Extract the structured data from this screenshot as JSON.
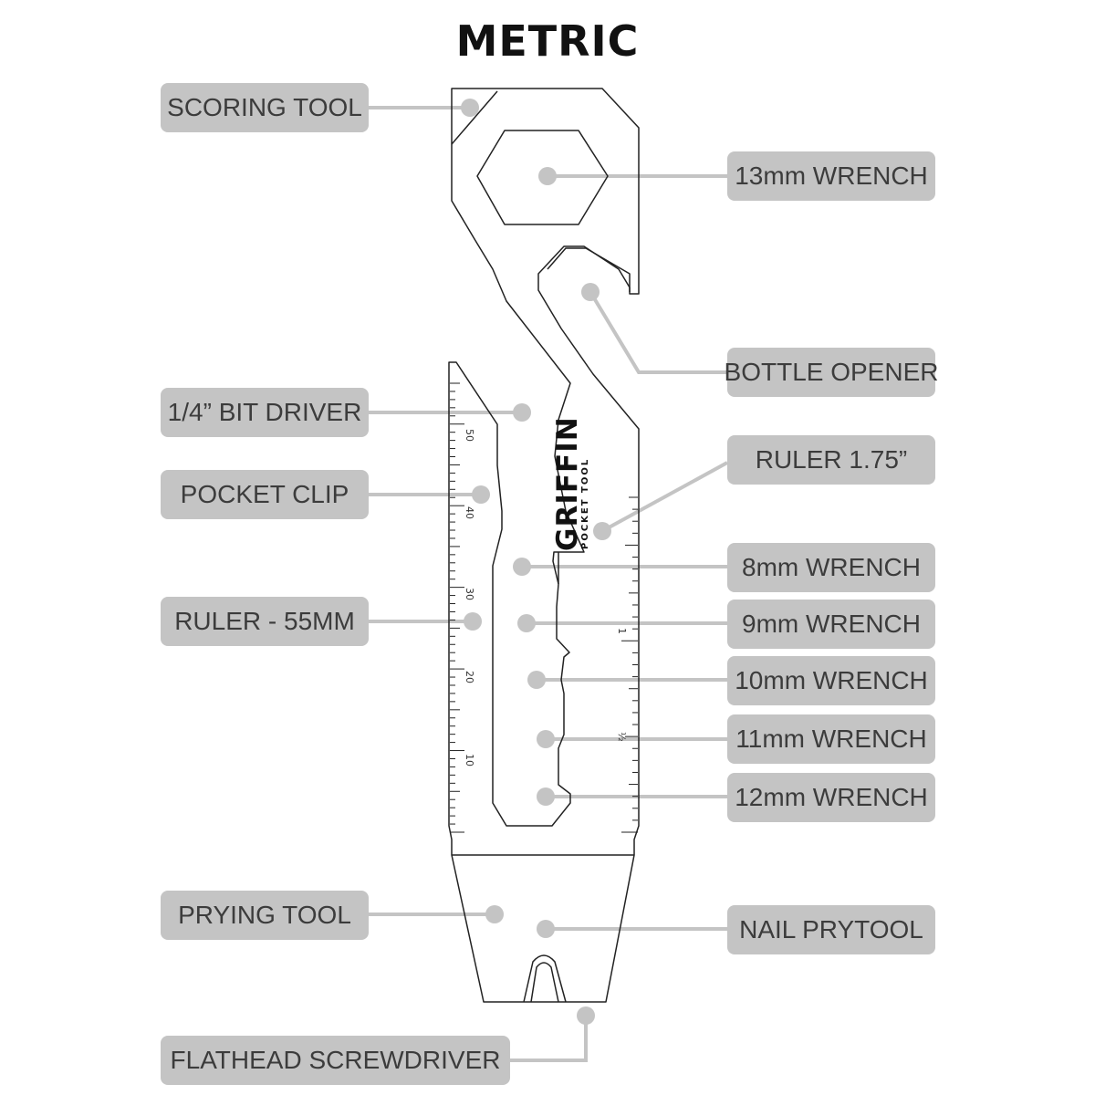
{
  "title": "METRIC",
  "brand": {
    "name": "GRIFFIN",
    "subtitle": "POCKET TOOL"
  },
  "colors": {
    "label_bg": "#c4c4c4",
    "label_text": "#3c3c3c",
    "leader": "#c4c4c4",
    "tool_outline": "#222222"
  },
  "labels": {
    "scoring_tool": "SCORING TOOL",
    "bit_driver": "1/4” BIT DRIVER",
    "pocket_clip": "POCKET CLIP",
    "ruler_mm": "RULER - 55MM",
    "prying_tool": "PRYING TOOL",
    "flathead": "FLATHEAD SCREWDRIVER",
    "wrench_13": "13mm WRENCH",
    "bottle_opener": "BOTTLE OPENER",
    "ruler_in": "RULER 1.75”",
    "wrench_8": "8mm WRENCH",
    "wrench_9": "9mm WRENCH",
    "wrench_10": "10mm WRENCH",
    "wrench_11": "11mm WRENCH",
    "wrench_12": "12mm WRENCH",
    "nail_prytool": "NAIL PRYTOOL"
  },
  "ruler_mm_labels": [
    "50",
    "40",
    "30",
    "20",
    "10"
  ],
  "ruler_in_labels": [
    "1",
    "½"
  ]
}
